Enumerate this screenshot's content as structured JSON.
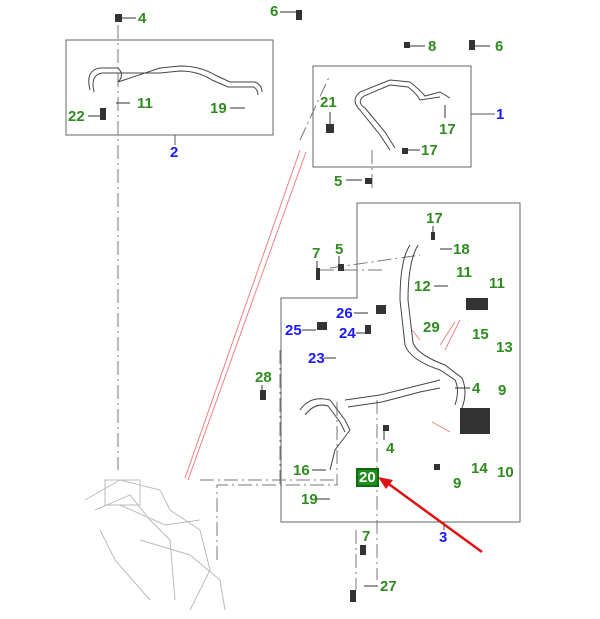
{
  "diagram": {
    "type": "exploded parts diagram",
    "highlight_color": "#e01010",
    "callout_colors": {
      "part": "#2e8b1e",
      "assembly": "#1a1aff",
      "selected_bg": "#1f8f1f"
    },
    "selected_part": "20",
    "callouts": [
      {
        "id": "c4a",
        "label": "4",
        "kind": "part"
      },
      {
        "id": "c6a",
        "label": "6",
        "kind": "part"
      },
      {
        "id": "c22",
        "label": "22",
        "kind": "part"
      },
      {
        "id": "c11a",
        "label": "11",
        "kind": "part"
      },
      {
        "id": "c19a",
        "label": "19",
        "kind": "part"
      },
      {
        "id": "c2",
        "label": "2",
        "kind": "assembly"
      },
      {
        "id": "c8",
        "label": "8",
        "kind": "part"
      },
      {
        "id": "c6b",
        "label": "6",
        "kind": "part"
      },
      {
        "id": "c21",
        "label": "21",
        "kind": "part"
      },
      {
        "id": "c1",
        "label": "1",
        "kind": "assembly"
      },
      {
        "id": "c17a",
        "label": "17",
        "kind": "part"
      },
      {
        "id": "c17b",
        "label": "17",
        "kind": "part"
      },
      {
        "id": "c5a",
        "label": "5",
        "kind": "part"
      },
      {
        "id": "c17c",
        "label": "17",
        "kind": "part"
      },
      {
        "id": "c18",
        "label": "18",
        "kind": "part"
      },
      {
        "id": "c7a",
        "label": "7",
        "kind": "part"
      },
      {
        "id": "c5b",
        "label": "5",
        "kind": "part"
      },
      {
        "id": "c11b",
        "label": "11",
        "kind": "part"
      },
      {
        "id": "c12",
        "label": "12",
        "kind": "part"
      },
      {
        "id": "c11c",
        "label": "11",
        "kind": "part"
      },
      {
        "id": "c26",
        "label": "26",
        "kind": "assembly"
      },
      {
        "id": "c25",
        "label": "25",
        "kind": "assembly"
      },
      {
        "id": "c24",
        "label": "24",
        "kind": "assembly"
      },
      {
        "id": "c29",
        "label": "29",
        "kind": "part"
      },
      {
        "id": "c15",
        "label": "15",
        "kind": "part"
      },
      {
        "id": "c13",
        "label": "13",
        "kind": "part"
      },
      {
        "id": "c23",
        "label": "23",
        "kind": "assembly"
      },
      {
        "id": "c28",
        "label": "28",
        "kind": "part"
      },
      {
        "id": "c4b",
        "label": "4",
        "kind": "part"
      },
      {
        "id": "c9a",
        "label": "9",
        "kind": "part"
      },
      {
        "id": "c4c",
        "label": "4",
        "kind": "part"
      },
      {
        "id": "c16",
        "label": "16",
        "kind": "part"
      },
      {
        "id": "c20",
        "label": "20",
        "kind": "selected"
      },
      {
        "id": "c14",
        "label": "14",
        "kind": "part"
      },
      {
        "id": "c10",
        "label": "10",
        "kind": "part"
      },
      {
        "id": "c9b",
        "label": "9",
        "kind": "part"
      },
      {
        "id": "c19b",
        "label": "19",
        "kind": "part"
      },
      {
        "id": "c3",
        "label": "3",
        "kind": "assembly"
      },
      {
        "id": "c7b",
        "label": "7",
        "kind": "part"
      },
      {
        "id": "c27",
        "label": "27",
        "kind": "part"
      }
    ]
  }
}
